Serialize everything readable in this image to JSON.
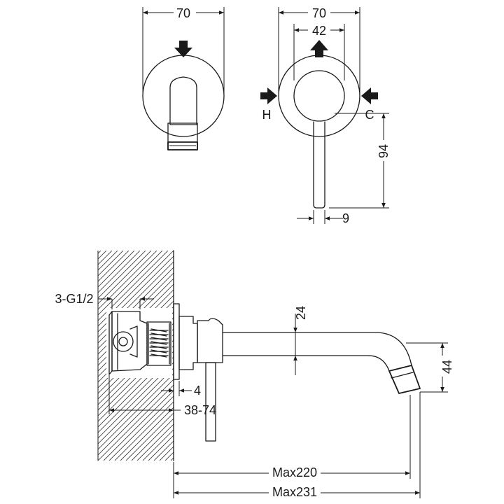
{
  "top_left_view": {
    "width_label": "70"
  },
  "top_right_view": {
    "width_label": "70",
    "handle_spacing_label": "42",
    "handle_length_label": "94",
    "handle_diameter_label": "9",
    "hot_label": "H",
    "cold_label": "C"
  },
  "side_view": {
    "inlet_label": "3-G1/2",
    "spout_diameter_label": "24",
    "outlet_height_label": "44",
    "plate_gap_label": "4",
    "wall_depth_label": "38-74",
    "spout_length_label": "Max220",
    "total_length_label": "Max231"
  },
  "colors": {
    "line": "#1a1a1a",
    "background": "#ffffff"
  }
}
